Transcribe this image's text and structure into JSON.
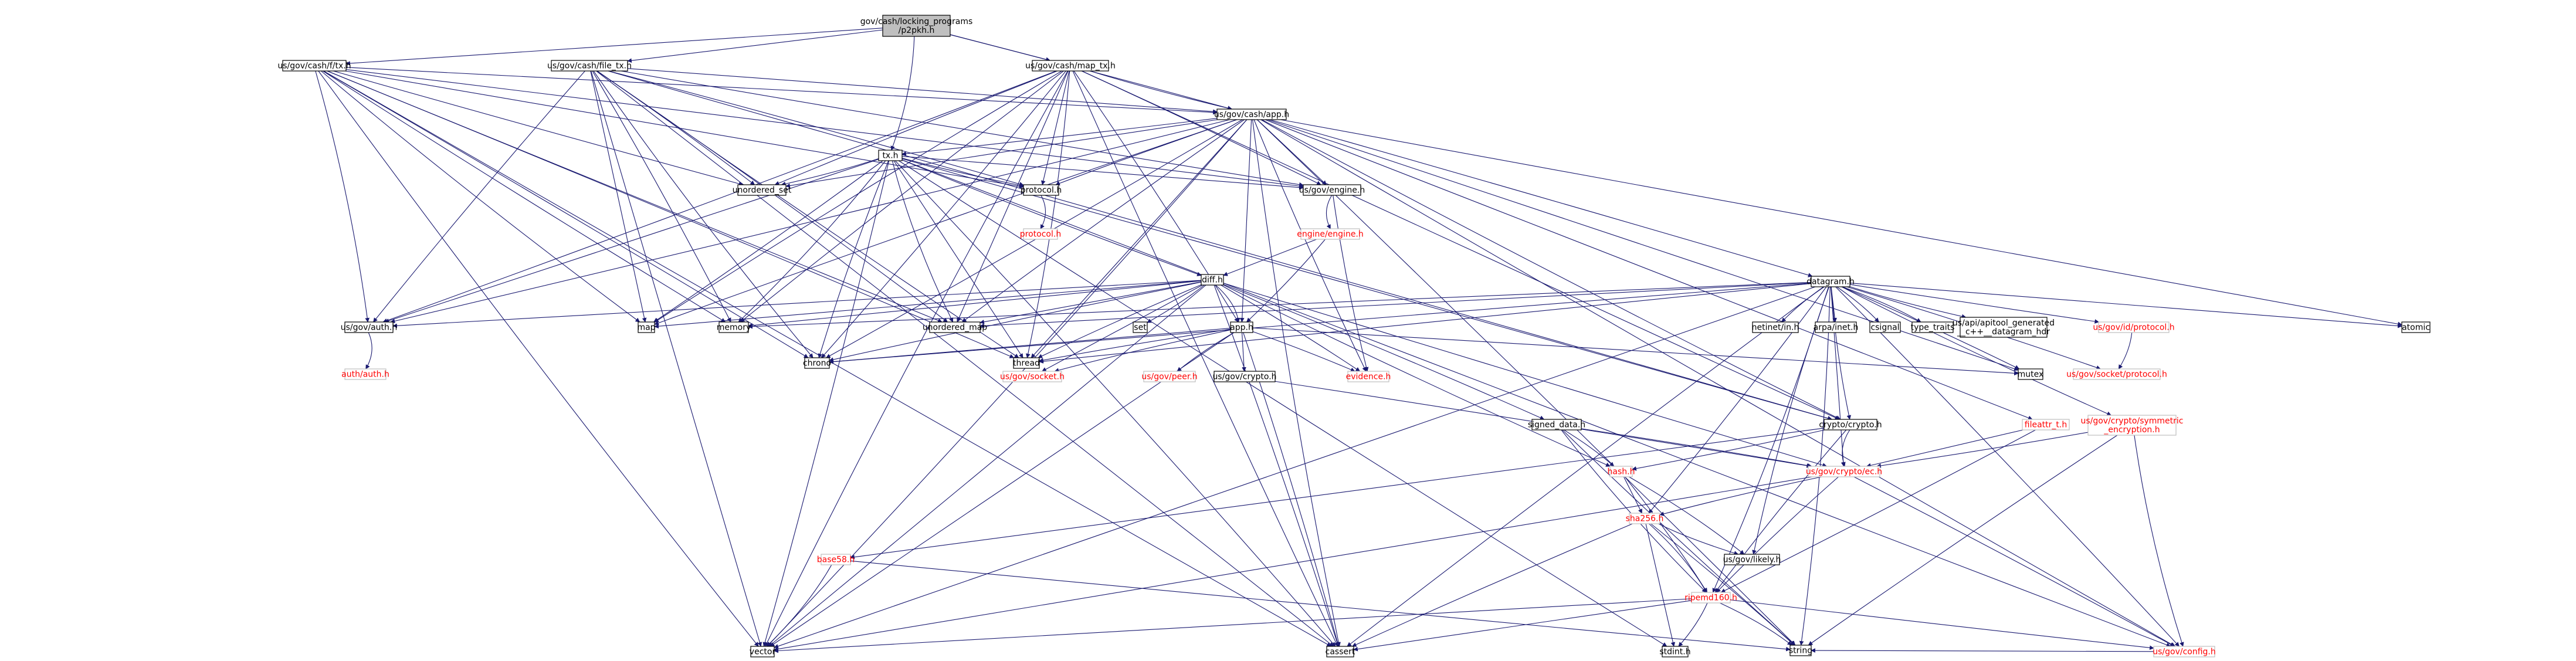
{
  "colors": {
    "edge": "#191970",
    "node_border": "#000000",
    "focused_fill": "#bfbfbf",
    "normal_fill": "#ffffff",
    "missing_text": "#ff0000",
    "missing_border": "#bfbfbf",
    "text": "#000000"
  },
  "nodes": [
    {
      "id": "root",
      "label": "gov/cash/locking_programs\n/p2pkh.h",
      "kind": "focus"
    },
    {
      "id": "rtx",
      "label": "us/gov/cash/f/tx.h",
      "kind": "normal"
    },
    {
      "id": "filetx",
      "label": "us/gov/cash/file_tx.h",
      "kind": "normal"
    },
    {
      "id": "maptx",
      "label": "us/gov/cash/map_tx.h",
      "kind": "normal"
    },
    {
      "id": "cashapp",
      "label": "us/gov/cash/app.h",
      "kind": "normal"
    },
    {
      "id": "txh",
      "label": "tx.h",
      "kind": "normal"
    },
    {
      "id": "uset",
      "label": "unordered_set",
      "kind": "normal"
    },
    {
      "id": "protocol",
      "label": "protocol.h",
      "kind": "normal"
    },
    {
      "id": "protocolr",
      "label": "protocol.h",
      "kind": "missing"
    },
    {
      "id": "engine",
      "label": "us/gov/engine.h",
      "kind": "normal"
    },
    {
      "id": "engineeng",
      "label": "engine/engine.h",
      "kind": "missing"
    },
    {
      "id": "diff",
      "label": "diff.h",
      "kind": "normal"
    },
    {
      "id": "datagram",
      "label": "datagram.h",
      "kind": "normal"
    },
    {
      "id": "auth",
      "label": "us/gov/auth.h",
      "kind": "normal"
    },
    {
      "id": "authauth",
      "label": "auth/auth.h",
      "kind": "missing"
    },
    {
      "id": "map",
      "label": "map",
      "kind": "normal"
    },
    {
      "id": "memory",
      "label": "memory",
      "kind": "normal"
    },
    {
      "id": "umap",
      "label": "unordered_map",
      "kind": "normal"
    },
    {
      "id": "set",
      "label": "set",
      "kind": "normal"
    },
    {
      "id": "apph",
      "label": "app.h",
      "kind": "normal"
    },
    {
      "id": "chrono",
      "label": "chrono",
      "kind": "normal"
    },
    {
      "id": "thread",
      "label": "thread",
      "kind": "normal"
    },
    {
      "id": "socket",
      "label": "us/gov/socket.h",
      "kind": "missing"
    },
    {
      "id": "peer",
      "label": "us/gov/peer.h",
      "kind": "missing"
    },
    {
      "id": "govcrypto",
      "label": "us/gov/crypto.h",
      "kind": "normal"
    },
    {
      "id": "evidence",
      "label": "evidence.h",
      "kind": "missing"
    },
    {
      "id": "mutex",
      "label": "mutex",
      "kind": "normal"
    },
    {
      "id": "netinet",
      "label": "netinet/in.h",
      "kind": "normal"
    },
    {
      "id": "arpa",
      "label": "arpa/inet.h",
      "kind": "normal"
    },
    {
      "id": "csignal",
      "label": "csignal",
      "kind": "normal"
    },
    {
      "id": "typetraits",
      "label": "type_traits",
      "kind": "normal"
    },
    {
      "id": "apitool",
      "label": "us/api/apitool_generated\n__c++__datagram_hdr",
      "kind": "normal"
    },
    {
      "id": "idprotocol",
      "label": "us/gov/id/protocol.h",
      "kind": "missing"
    },
    {
      "id": "atomic",
      "label": "atomic",
      "kind": "normal"
    },
    {
      "id": "sockprotocol",
      "label": "us/gov/socket/protocol.h",
      "kind": "missing"
    },
    {
      "id": "cryptocrypto",
      "label": "crypto/crypto.h",
      "kind": "normal"
    },
    {
      "id": "signeddata",
      "label": "signed_data.h",
      "kind": "normal"
    },
    {
      "id": "filestat",
      "label": "fileattr_t.h",
      "kind": "missing"
    },
    {
      "id": "symenc",
      "label": "us/gov/crypto/symmetric\n_encryption.h",
      "kind": "missing"
    },
    {
      "id": "hash",
      "label": "hash.h",
      "kind": "missing"
    },
    {
      "id": "ec",
      "label": "us/gov/crypto/ec.h",
      "kind": "missing"
    },
    {
      "id": "sha256",
      "label": "sha256.h",
      "kind": "missing"
    },
    {
      "id": "base58",
      "label": "base58.h",
      "kind": "missing"
    },
    {
      "id": "likely",
      "label": "us/gov/likely.h",
      "kind": "normal"
    },
    {
      "id": "ripemd",
      "label": "ripemd160.h",
      "kind": "missing"
    },
    {
      "id": "vector",
      "label": "vector",
      "kind": "normal"
    },
    {
      "id": "cassert",
      "label": "cassert",
      "kind": "normal"
    },
    {
      "id": "stdint",
      "label": "stdint.h",
      "kind": "normal"
    },
    {
      "id": "config",
      "label": "us/gov/config.h",
      "kind": "missing"
    },
    {
      "id": "string",
      "label": "string",
      "kind": "normal"
    }
  ],
  "edges": [
    [
      "root",
      "rtx"
    ],
    [
      "root",
      "filetx"
    ],
    [
      "root",
      "maptx"
    ],
    [
      "root",
      "cashapp"
    ],
    [
      "root",
      "txh"
    ],
    [
      "rtx",
      "cashapp"
    ],
    [
      "rtx",
      "uset"
    ],
    [
      "rtx",
      "protocol"
    ],
    [
      "rtx",
      "engine"
    ],
    [
      "rtx",
      "auth"
    ],
    [
      "rtx",
      "map"
    ],
    [
      "rtx",
      "memory"
    ],
    [
      "rtx",
      "umap"
    ],
    [
      "rtx",
      "chrono"
    ],
    [
      "rtx",
      "thread"
    ],
    [
      "rtx",
      "vector"
    ],
    [
      "rtx",
      "cassert"
    ],
    [
      "filetx",
      "cashapp"
    ],
    [
      "filetx",
      "uset"
    ],
    [
      "filetx",
      "protocol"
    ],
    [
      "filetx",
      "engine"
    ],
    [
      "filetx",
      "auth"
    ],
    [
      "filetx",
      "map"
    ],
    [
      "filetx",
      "memory"
    ],
    [
      "filetx",
      "umap"
    ],
    [
      "filetx",
      "chrono"
    ],
    [
      "filetx",
      "thread"
    ],
    [
      "filetx",
      "vector"
    ],
    [
      "filetx",
      "cassert"
    ],
    [
      "filetx",
      "cryptocrypto"
    ],
    [
      "maptx",
      "cashapp"
    ],
    [
      "maptx",
      "uset"
    ],
    [
      "maptx",
      "protocol"
    ],
    [
      "maptx",
      "engine"
    ],
    [
      "maptx",
      "auth"
    ],
    [
      "maptx",
      "map"
    ],
    [
      "maptx",
      "memory"
    ],
    [
      "maptx",
      "umap"
    ],
    [
      "maptx",
      "chrono"
    ],
    [
      "maptx",
      "thread"
    ],
    [
      "maptx",
      "vector"
    ],
    [
      "maptx",
      "cassert"
    ],
    [
      "maptx",
      "cryptocrypto"
    ],
    [
      "maptx",
      "apph"
    ],
    [
      "cashapp",
      "txh"
    ],
    [
      "cashapp",
      "uset"
    ],
    [
      "cashapp",
      "protocol"
    ],
    [
      "cashapp",
      "engine"
    ],
    [
      "cashapp",
      "datagram"
    ],
    [
      "cashapp",
      "auth"
    ],
    [
      "cashapp",
      "map"
    ],
    [
      "cashapp",
      "umap"
    ],
    [
      "cashapp",
      "thread"
    ],
    [
      "cashapp",
      "chrono"
    ],
    [
      "cashapp",
      "vector"
    ],
    [
      "cashapp",
      "cassert"
    ],
    [
      "cashapp",
      "evidence"
    ],
    [
      "cashapp",
      "apph"
    ],
    [
      "cashapp",
      "mutex"
    ],
    [
      "cashapp",
      "atomic"
    ],
    [
      "cashapp",
      "cryptocrypto"
    ],
    [
      "cashapp",
      "config"
    ],
    [
      "cashapp",
      "filestat"
    ],
    [
      "cashapp",
      "string"
    ],
    [
      "txh",
      "uset"
    ],
    [
      "txh",
      "protocol"
    ],
    [
      "txh",
      "engine"
    ],
    [
      "txh",
      "auth"
    ],
    [
      "txh",
      "map"
    ],
    [
      "txh",
      "memory"
    ],
    [
      "txh",
      "umap"
    ],
    [
      "txh",
      "chrono"
    ],
    [
      "txh",
      "thread"
    ],
    [
      "txh",
      "vector"
    ],
    [
      "txh",
      "cassert"
    ],
    [
      "txh",
      "diff"
    ],
    [
      "txh",
      "stdint"
    ],
    [
      "txh",
      "config"
    ],
    [
      "txh",
      "cryptocrypto"
    ],
    [
      "protocol",
      "protocolr"
    ],
    [
      "engine",
      "engineeng"
    ],
    [
      "engine",
      "evidence"
    ],
    [
      "engineeng",
      "diff"
    ],
    [
      "engineeng",
      "apph"
    ],
    [
      "diff",
      "auth"
    ],
    [
      "diff",
      "map"
    ],
    [
      "diff",
      "memory"
    ],
    [
      "diff",
      "umap"
    ],
    [
      "diff",
      "set"
    ],
    [
      "diff",
      "apph"
    ],
    [
      "diff",
      "chrono"
    ],
    [
      "diff",
      "thread"
    ],
    [
      "diff",
      "vector"
    ],
    [
      "diff",
      "cassert"
    ],
    [
      "diff",
      "signeddata"
    ],
    [
      "diff",
      "hash"
    ],
    [
      "diff",
      "ec"
    ],
    [
      "diff",
      "socket"
    ],
    [
      "diff",
      "evidence"
    ],
    [
      "auth",
      "authauth"
    ],
    [
      "apph",
      "socket"
    ],
    [
      "apph",
      "peer"
    ],
    [
      "apph",
      "govcrypto"
    ],
    [
      "apph",
      "evidence"
    ],
    [
      "apph",
      "chrono"
    ],
    [
      "apph",
      "thread"
    ],
    [
      "apph",
      "mutex"
    ],
    [
      "apph",
      "vector"
    ],
    [
      "apph",
      "cassert"
    ],
    [
      "govcrypto",
      "ec"
    ],
    [
      "datagram",
      "umap"
    ],
    [
      "datagram",
      "netinet"
    ],
    [
      "datagram",
      "arpa"
    ],
    [
      "datagram",
      "csignal"
    ],
    [
      "datagram",
      "typetraits"
    ],
    [
      "datagram",
      "apitool"
    ],
    [
      "datagram",
      "idprotocol"
    ],
    [
      "datagram",
      "atomic"
    ],
    [
      "datagram",
      "mutex"
    ],
    [
      "datagram",
      "sockprotocol"
    ],
    [
      "datagram",
      "symenc"
    ],
    [
      "datagram",
      "cryptocrypto"
    ],
    [
      "datagram",
      "ec"
    ],
    [
      "datagram",
      "sha256"
    ],
    [
      "datagram",
      "ripemd"
    ],
    [
      "datagram",
      "likely"
    ],
    [
      "datagram",
      "cassert"
    ],
    [
      "datagram",
      "vector"
    ],
    [
      "datagram",
      "config"
    ],
    [
      "datagram",
      "string"
    ],
    [
      "datagram",
      "memory"
    ],
    [
      "datagram",
      "chrono"
    ],
    [
      "datagram",
      "thread"
    ],
    [
      "idprotocol",
      "sockprotocol"
    ],
    [
      "cryptocrypto",
      "hash"
    ],
    [
      "cryptocrypto",
      "ec"
    ],
    [
      "cryptocrypto",
      "ripemd"
    ],
    [
      "cryptocrypto",
      "base58"
    ],
    [
      "signeddata",
      "hash"
    ],
    [
      "signeddata",
      "ec"
    ],
    [
      "signeddata",
      "ripemd"
    ],
    [
      "signeddata",
      "string"
    ],
    [
      "filestat",
      "ec"
    ],
    [
      "filestat",
      "ripemd"
    ],
    [
      "symenc",
      "ec"
    ],
    [
      "symenc",
      "config"
    ],
    [
      "symenc",
      "string"
    ],
    [
      "hash",
      "sha256"
    ],
    [
      "hash",
      "ripemd"
    ],
    [
      "hash",
      "likely"
    ],
    [
      "ec",
      "sha256"
    ],
    [
      "ec",
      "ripemd"
    ],
    [
      "ec",
      "vector"
    ],
    [
      "ec",
      "config"
    ],
    [
      "sha256",
      "ripemd"
    ],
    [
      "sha256",
      "likely"
    ],
    [
      "sha256",
      "cassert"
    ],
    [
      "sha256",
      "stdint"
    ],
    [
      "sha256",
      "string"
    ],
    [
      "base58",
      "vector"
    ],
    [
      "base58",
      "string"
    ],
    [
      "ripemd",
      "vector"
    ],
    [
      "ripemd",
      "cassert"
    ],
    [
      "ripemd",
      "stdint"
    ],
    [
      "ripemd",
      "string"
    ],
    [
      "ripemd",
      "config"
    ],
    [
      "config",
      "string"
    ]
  ]
}
